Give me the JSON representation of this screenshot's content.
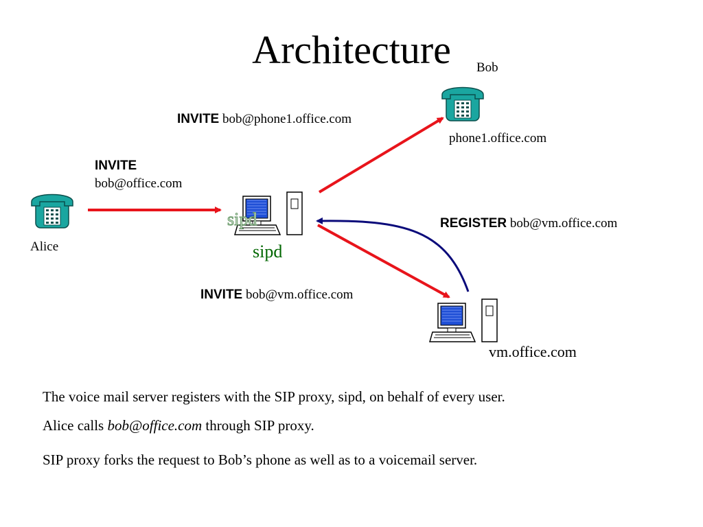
{
  "title": "Architecture",
  "nodes": {
    "bob": {
      "name": "Bob",
      "host": "phone1.office.com",
      "icon": "telephone-icon"
    },
    "alice": {
      "name": "Alice",
      "icon": "telephone-icon"
    },
    "proxy": {
      "name": "sipd",
      "ghost_label": "sipd",
      "icon": "computer-icon"
    },
    "voicemail": {
      "host": "vm.office.com",
      "icon": "computer-icon"
    }
  },
  "messages": {
    "alice_to_proxy": {
      "method": "INVITE",
      "uri": "bob@office.com"
    },
    "proxy_to_bob": {
      "method": "INVITE",
      "uri": "bob@phone1.office.com"
    },
    "proxy_to_vm": {
      "method": "INVITE",
      "uri": "bob@vm.office.com"
    },
    "vm_register": {
      "method": "REGISTER",
      "uri": "bob@vm.office.com"
    }
  },
  "captions": {
    "line1": "The voice mail server registers with the SIP proxy, sipd, on behalf of every user.",
    "line2_prefix": "Alice calls ",
    "line2_emph": "bob@office.com",
    "line2_suffix": " through SIP proxy.",
    "line3": "SIP proxy forks the request to Bob’s phone as well as to a voicemail server."
  },
  "colors": {
    "invite_arrow": "#e8141b",
    "register_arrow": "#0a0a7a",
    "phone_body": "#1aa6a0",
    "screen": "#1f4fd6",
    "sipd_text": "#006600"
  }
}
